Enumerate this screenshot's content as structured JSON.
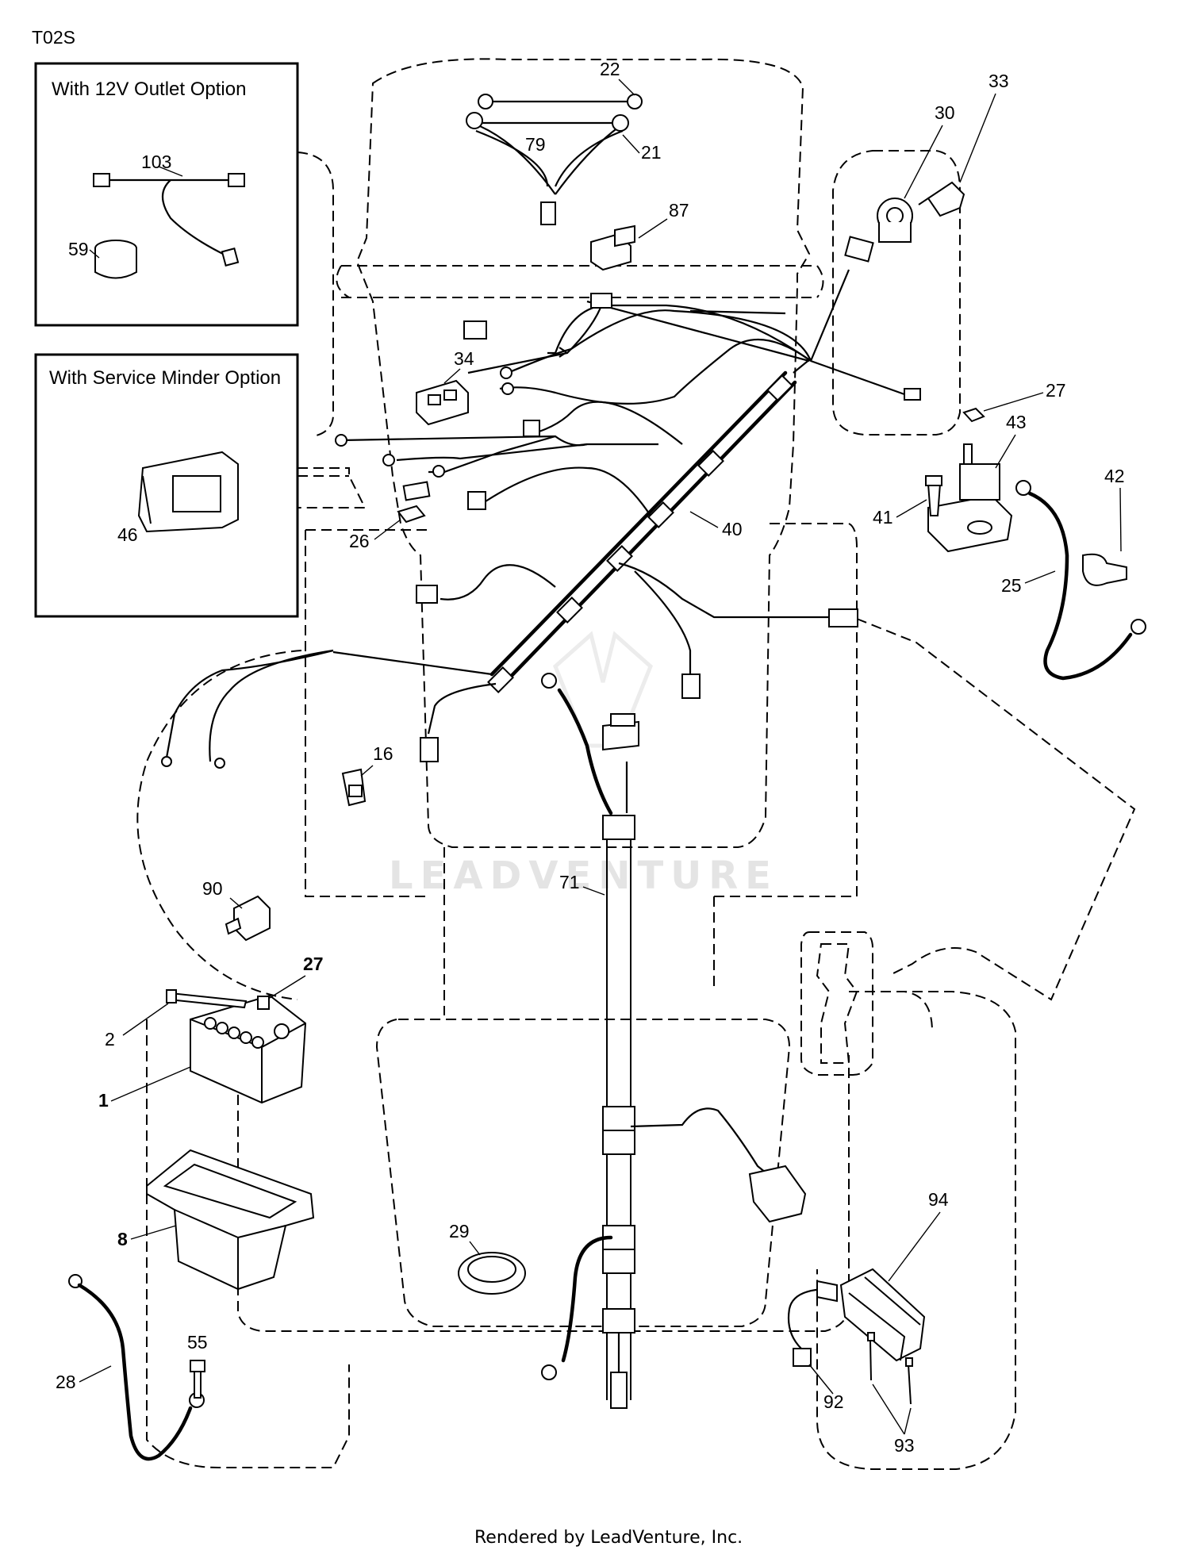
{
  "diagram_code": "T02S",
  "insets": {
    "outlet_option": {
      "title": "With 12V Outlet Option"
    },
    "service_minder_option": {
      "title": "With Service Minder Option"
    }
  },
  "callouts": {
    "c1": "1",
    "c2": "2",
    "c8": "8",
    "c16": "16",
    "c21": "21",
    "c22": "22",
    "c25": "25",
    "c26": "26",
    "c27a": "27",
    "c27b": "27",
    "c28": "28",
    "c29": "29",
    "c30": "30",
    "c33": "33",
    "c34": "34",
    "c40": "40",
    "c41": "41",
    "c42": "42",
    "c43": "43",
    "c46": "46",
    "c55": "55",
    "c59": "59",
    "c71": "71",
    "c79": "79",
    "c87": "87",
    "c90": "90",
    "c92": "92",
    "c93": "93",
    "c94": "94",
    "c103": "103"
  },
  "watermark": "LEADVENTURE",
  "footer": "Rendered by LeadVenture, Inc."
}
